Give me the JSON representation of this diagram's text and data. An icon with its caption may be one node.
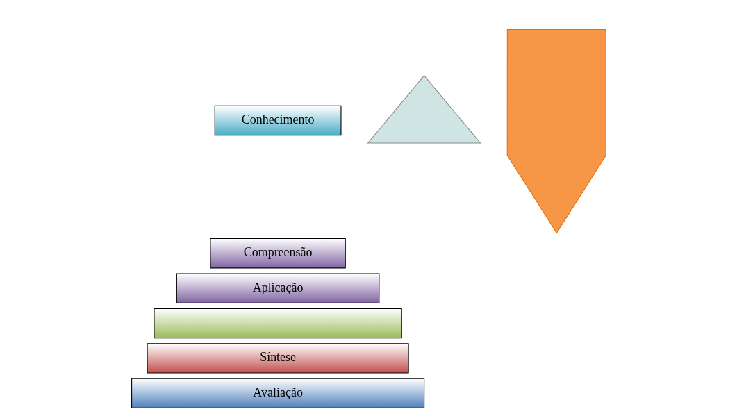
{
  "diagram": {
    "nodes": [
      {
        "text": [
          "Conhecimento"
        ]
      },
      {
        "text": [
          "Compreensão"
        ]
      },
      {
        "text": [
          "Aplicação"
        ]
      },
      {
        "text": [],
        "shape": "bar"
      },
      {
        "text": [
          "Síntese"
        ]
      },
      {
        "text": [
          "Avaliação"
        ]
      },
      {
        "text": [],
        "shape": "triangle"
      },
      {
        "text": [],
        "shape": "arrow"
      }
    ]
  }
}
